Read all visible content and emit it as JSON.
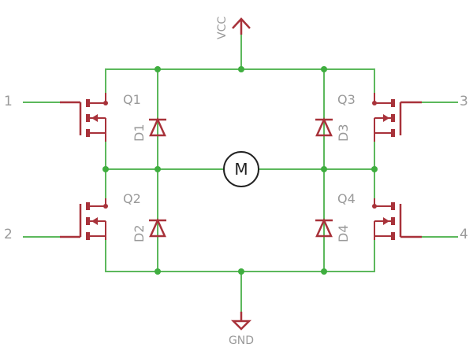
{
  "colors": {
    "wire": "#5cb85c",
    "junction": "#3fae3f",
    "component": "#a8323a",
    "label": "#9a9a9a",
    "motor_outline": "#222222"
  },
  "power": {
    "top": "VCC",
    "bottom": "GND"
  },
  "motor": {
    "label": "M"
  },
  "inputs": {
    "in1": "1",
    "in2": "2",
    "in3": "3",
    "in4": "4"
  },
  "transistors": {
    "q1": "Q1",
    "q2": "Q2",
    "q3": "Q3",
    "q4": "Q4"
  },
  "diodes": {
    "d1": "D1",
    "d2": "D2",
    "d3": "D3",
    "d4": "D4"
  }
}
